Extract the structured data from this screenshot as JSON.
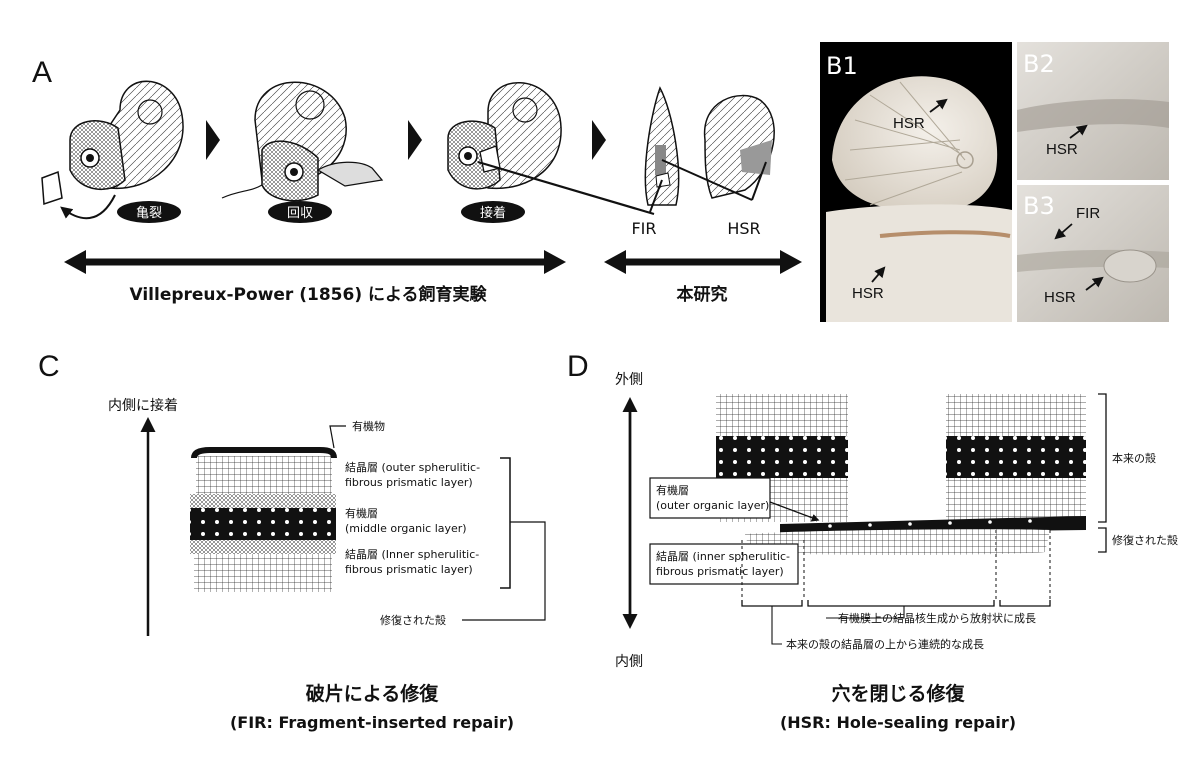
{
  "panelA": {
    "letter": "A",
    "step_labels": [
      "亀裂",
      "回収",
      "接着"
    ],
    "fir": "FIR",
    "hsr": "HSR",
    "exp_caption": "Villepreux-Power (1856) による飼育実験",
    "study_caption": "本研究"
  },
  "panelB": {
    "b1": "B1",
    "b2": "B2",
    "b3": "B3",
    "hsr": "HSR",
    "fir": "FIR"
  },
  "panelC": {
    "letter": "C",
    "inner_attach": "内側に接着",
    "organic": "有機物",
    "outer_layer_1": "結晶層 (outer spherulitic-",
    "outer_layer_2": "fibrous prismatic layer)",
    "middle_layer_1": "有機層",
    "middle_layer_2": "(middle organic layer)",
    "inner_layer_1": "結晶層 (Inner spherulitic-",
    "inner_layer_2": "fibrous prismatic layer)",
    "repaired": "修復された殻",
    "title_jp": "破片による修復",
    "title_en": "(FIR: Fragment-inserted repair)"
  },
  "panelD": {
    "letter": "D",
    "outside": "外側",
    "inside": "内側",
    "original_shell": "本来の殻",
    "repaired_shell": "修復された殻",
    "organic_box_1": "有機層",
    "organic_box_2": "(outer organic layer)",
    "crystal_box_1": "結晶層 (inner spherulitic-",
    "crystal_box_2": "fibrous prismatic layer)",
    "radial_growth": "有機膜上の結晶核生成から放射状に成長",
    "continuous_growth": "本来の殻の結晶層の上から連続的な成長",
    "title_jp": "穴を閉じる修復",
    "title_en": "(HSR: Hole-sealing repair)"
  }
}
